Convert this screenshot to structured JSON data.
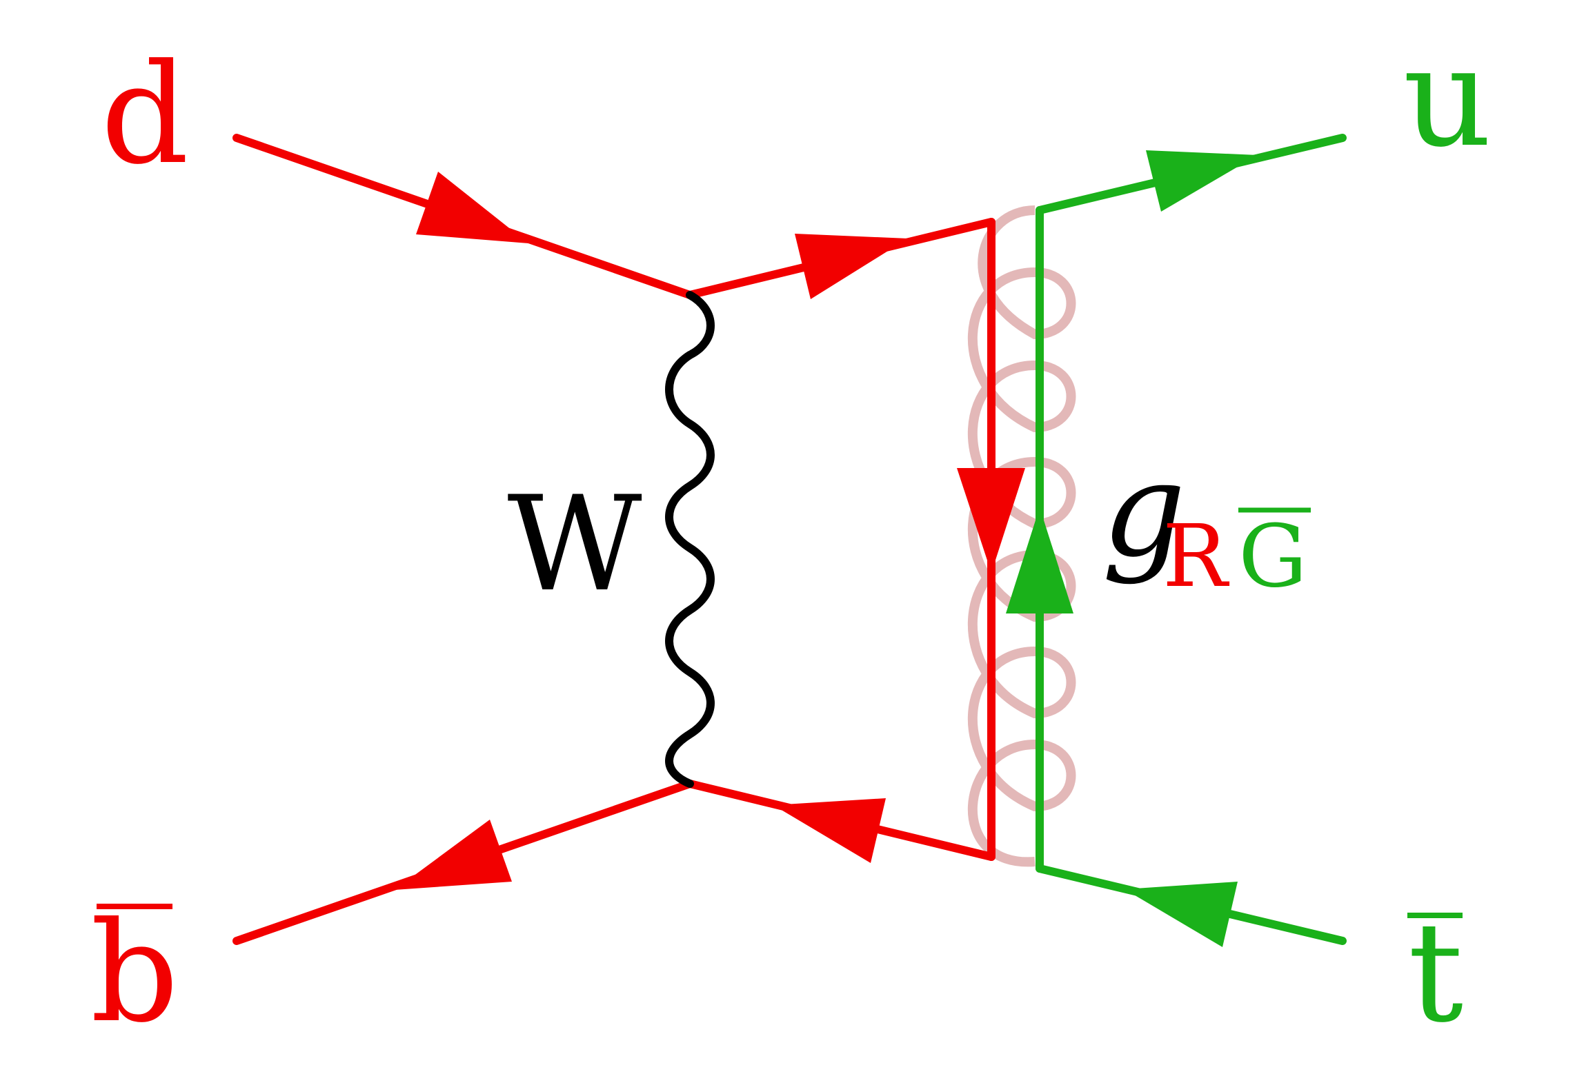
{
  "particles": {
    "d": "d",
    "bbar": "b",
    "u": "u",
    "tbar": "t",
    "w_boson": "W",
    "gluon_symbol": "g",
    "gluon_sub_r": "R",
    "gluon_sub_g": "G"
  },
  "colors": {
    "red_quark": "#f20000",
    "green_quark": "#1ab11a",
    "w_boson": "#000000",
    "gluon": "#e3b8b8"
  }
}
